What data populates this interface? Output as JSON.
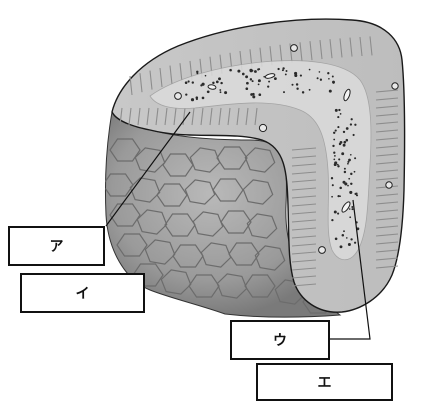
{
  "labels": {
    "a": "ア",
    "i": "イ",
    "u": "ウ",
    "e": "エ"
  },
  "colors": {
    "outline": "#1a1a1a",
    "cortex_fill": "#e6e6e6",
    "medulla_fill": "#d4d4d4",
    "lobule_fill": "#9a9a9a",
    "lobule_dark": "#7d7d7d"
  }
}
